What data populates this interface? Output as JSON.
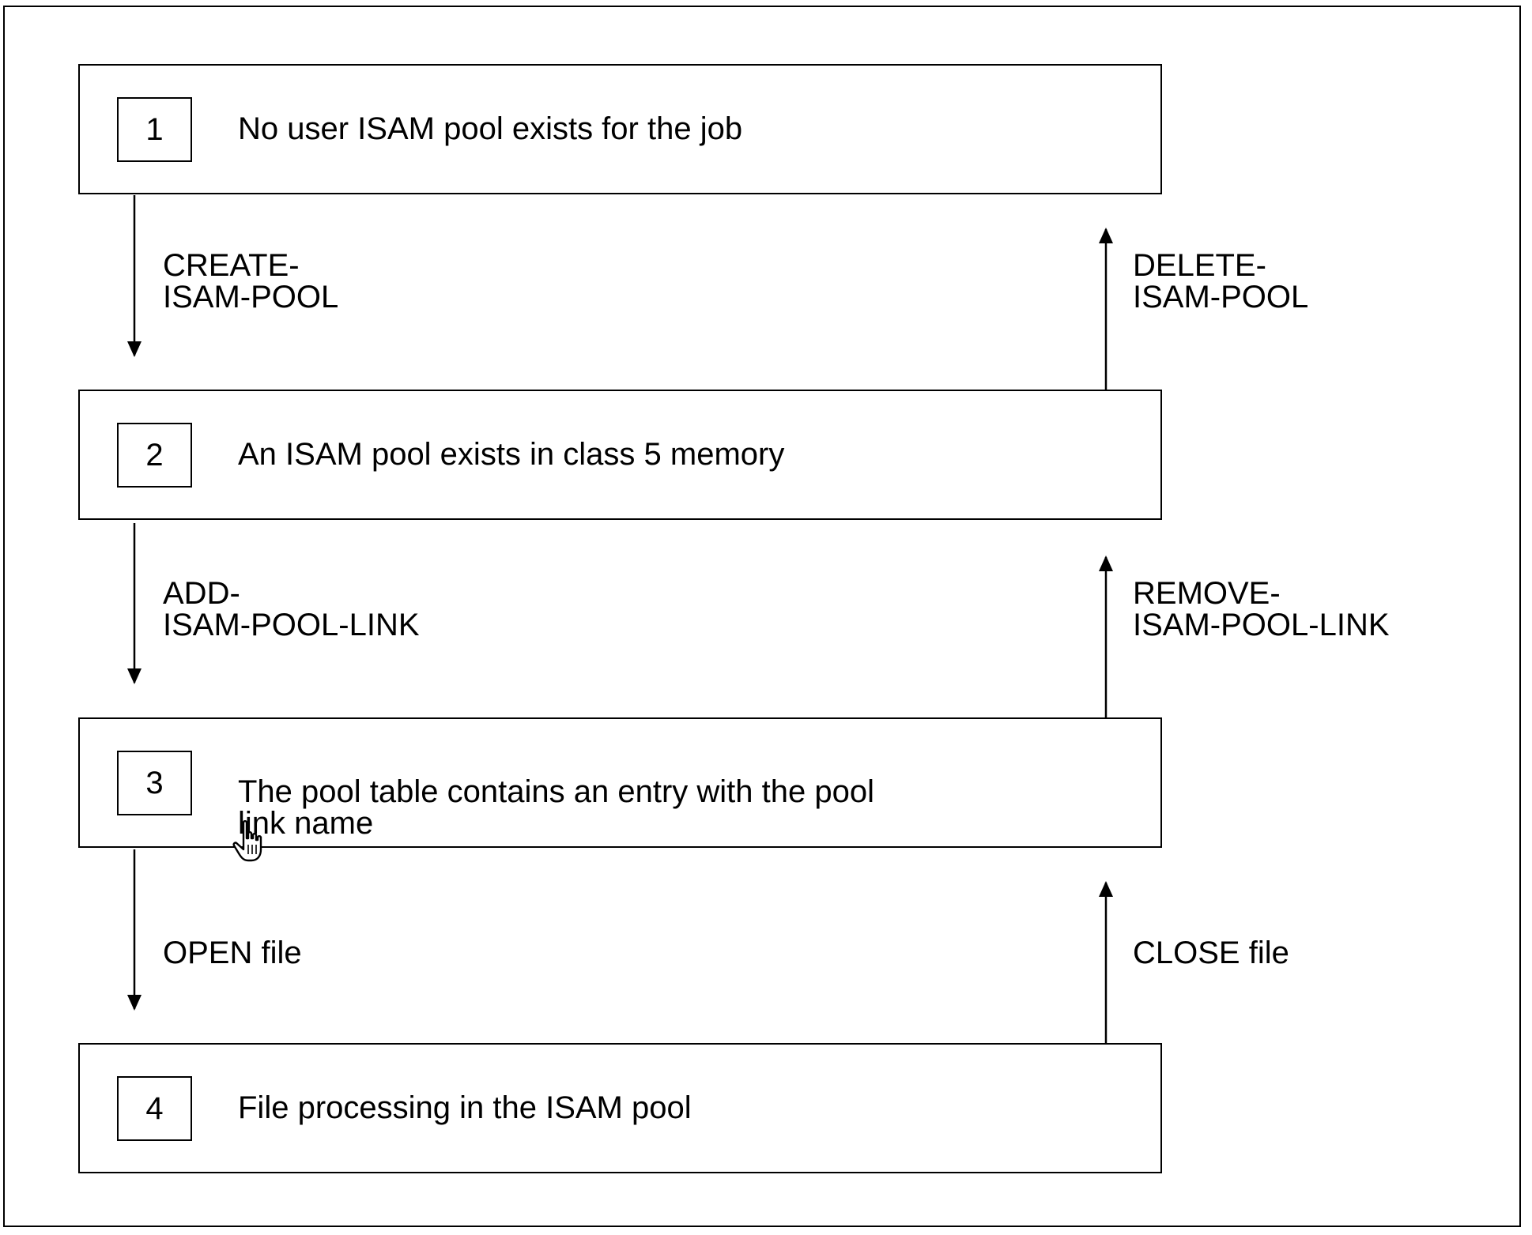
{
  "states": [
    {
      "number": "1",
      "text": "No user ISAM pool exists for the job"
    },
    {
      "number": "2",
      "text": "An ISAM pool exists in class 5 memory"
    },
    {
      "number": "3",
      "text": "The pool table contains an entry with the pool\nlink name"
    },
    {
      "number": "4",
      "text": "File processing in the ISAM pool"
    }
  ],
  "transitions": {
    "down": [
      "CREATE-\nISAM-POOL",
      "ADD-\nISAM-POOL-LINK",
      "OPEN file"
    ],
    "up": [
      "DELETE-\nISAM-POOL",
      "REMOVE-\nISAM-POOL-LINK",
      "CLOSE file"
    ]
  },
  "icons": {
    "cursor": "hand-pointer-icon"
  }
}
